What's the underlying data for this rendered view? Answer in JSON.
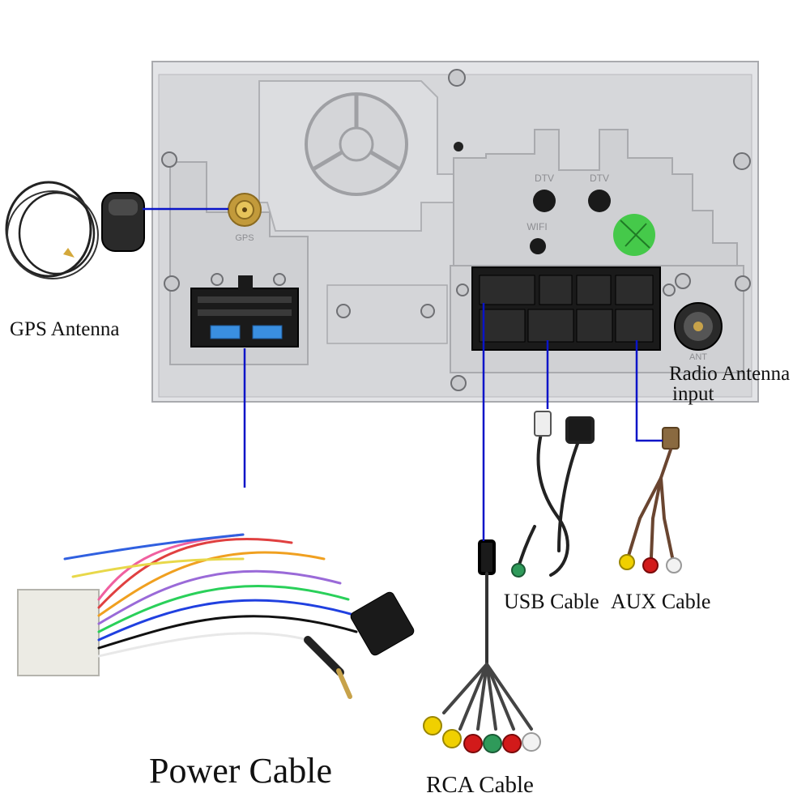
{
  "labels": {
    "gps_antenna": "GPS Antenna",
    "radio_antenna_line1": "Radio Antenna",
    "radio_antenna_line2": "input",
    "usb_cable": "USB Cable",
    "aux_cable": "AUX Cable",
    "power_cable": "Power Cable",
    "rca_cable": "RCA Cable"
  },
  "panel_markings": {
    "gps": "GPS",
    "dtv_left": "DTV",
    "dtv_right": "DTV",
    "wifi": "WIFI",
    "ant": "ANT"
  },
  "colors": {
    "leader_line": "#0a14c8",
    "panel": "#d9dadd",
    "panel_dark": "#b9babf",
    "connector": "#1a1a1a",
    "gold": "#d4a83a",
    "fuse": "#3a8fe0",
    "rca_yellow": "#f0d000",
    "rca_red": "#d21a1a",
    "rca_white": "#f2f2f2",
    "rca_green": "#2f9a5a"
  }
}
